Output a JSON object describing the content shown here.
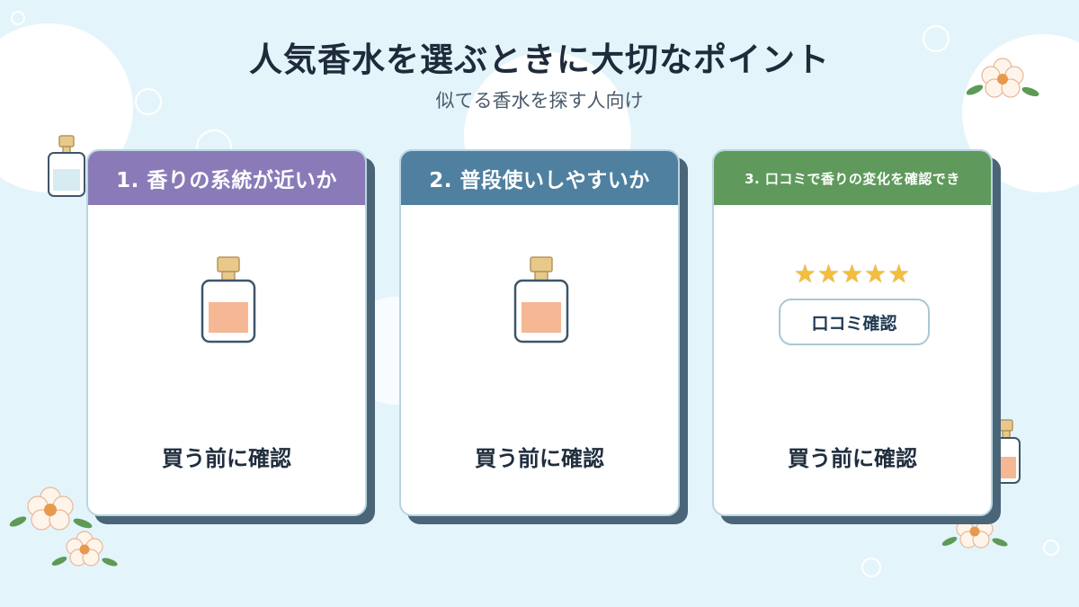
{
  "header": {
    "title": "人気香水を選ぶときに大切なポイント",
    "subtitle": "似てる香水を探す人向け"
  },
  "cards": [
    {
      "heading": "1. 香りの系統が近いか",
      "color": "#8a7bb8",
      "visual": "perfume-bottle-icon",
      "footer": "買う前に確認"
    },
    {
      "heading": "2. 普段使いしやすいか",
      "color": "#4f80a0",
      "visual": "perfume-bottle-icon",
      "footer": "買う前に確認"
    },
    {
      "heading": "3. 口コミで香りの変化を確認でき",
      "color": "#5f9a5c",
      "visual": "star-rating",
      "rating": 5,
      "stars": "★★★★★",
      "button_label": "口コミ確認",
      "footer": "買う前に確認"
    }
  ],
  "colors": {
    "background": "#e4f4fb",
    "card_shadow": "#4a6478",
    "liquid": "#f6b794",
    "cap": "#e8c98a",
    "star": "#f3bd3e"
  }
}
